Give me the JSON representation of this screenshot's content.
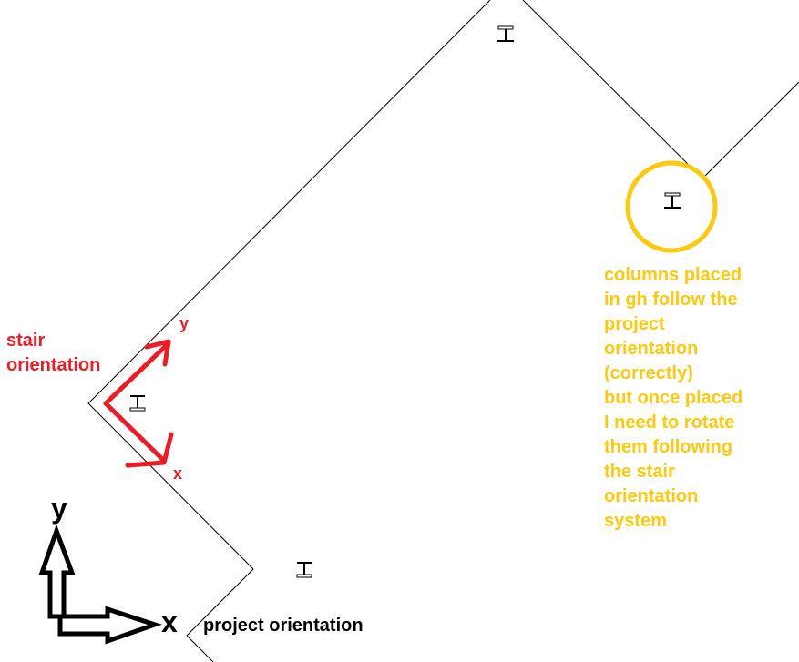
{
  "colors": {
    "stair_axes": "#ed1c24",
    "annotation": "#ffc90e",
    "lines": "#000000"
  },
  "stair": {
    "label": "stair\norientation",
    "x_label": "x",
    "y_label": "y"
  },
  "project": {
    "label": "project orientation",
    "x_label": "x",
    "y_label": "y"
  },
  "note": "columns placed\nin gh follow the\nproject\norientation\n(correctly)\nbut once placed\nI need to rotate\nthem following\nthe stair\norientation\nsystem",
  "icons": [
    "column-i-beam-icon"
  ]
}
